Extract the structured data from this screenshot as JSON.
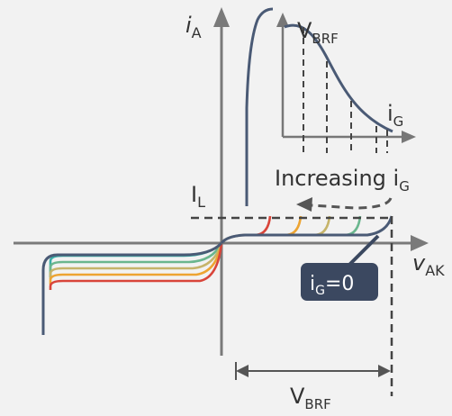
{
  "labels": {
    "y_axis_var": "i",
    "y_axis_sub": "A",
    "x_axis_var": "v",
    "x_axis_sub": "AK",
    "latching_current": "I",
    "latching_current_sub": "L",
    "breakover_top": "V",
    "breakover_top_sub": "BRF",
    "inset_x_var": "i",
    "inset_x_sub": "G",
    "increasing_text": "Increasing i",
    "increasing_sub": "G",
    "gate_zero_var": "i",
    "gate_zero_sub": "G",
    "gate_zero_value": "=0",
    "breakover_bottom": "V",
    "breakover_bottom_sub": "BRF"
  },
  "colors": {
    "axis": "#7a7a7a",
    "curve_main": "#4a5a75",
    "dashed": "#444444",
    "badge_bg": "#3b4860",
    "badge_text": "#ffffff",
    "curve_red": "#d9453a",
    "curve_orange": "#eda432",
    "curve_khaki": "#c6b46a",
    "curve_green": "#6ab68e",
    "curve_teal": "#3aaea6"
  }
}
